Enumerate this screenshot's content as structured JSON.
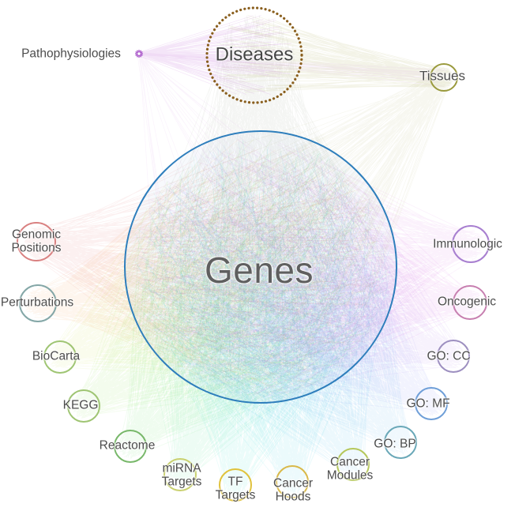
{
  "genes": {
    "label": "Genes",
    "stroke": "#2e7ebc"
  },
  "nodes": [
    {
      "id": "pathophysiologies",
      "label": "Pathophysiologies",
      "stroke": "#a855c8",
      "edge": "#cf8add"
    },
    {
      "id": "diseases",
      "label": "Diseases",
      "stroke": "#8a5f1e",
      "edge": "#6a705c"
    },
    {
      "id": "tissues",
      "label": "Tissues",
      "stroke": "#9a9a3d",
      "edge": "#9a9a3d"
    },
    {
      "id": "genomic-positions",
      "label": "Genomic Positions",
      "stroke": "#d98080",
      "edge": "#e05c5c"
    },
    {
      "id": "perturbations",
      "label": "Perturbations",
      "stroke": "#84a7a7",
      "edge": "#ef8c3a"
    },
    {
      "id": "biocarta",
      "label": "BioCarta",
      "stroke": "#9fc573",
      "edge": "#c3d93c"
    },
    {
      "id": "kegg",
      "label": "KEGG",
      "stroke": "#9fc573",
      "edge": "#7fd93c"
    },
    {
      "id": "reactome",
      "label": "Reactome",
      "stroke": "#78b86a",
      "edge": "#49d949"
    },
    {
      "id": "mirna-targets",
      "label": "miRNA Targets",
      "stroke": "#c9d06e",
      "edge": "#35dd8a"
    },
    {
      "id": "tf-targets",
      "label": "TF Targets",
      "stroke": "#e0c23c",
      "edge": "#23ddc3"
    },
    {
      "id": "cancer-hoods",
      "label": "Cancer Hoods",
      "stroke": "#d9b94a",
      "edge": "#23c9e0"
    },
    {
      "id": "cancer-modules",
      "label": "Cancer Modules",
      "stroke": "#b5c75a",
      "edge": "#2fb4e8"
    },
    {
      "id": "go-bp",
      "label": "GO: BP",
      "stroke": "#6aa8b8",
      "edge": "#3fa3ea"
    },
    {
      "id": "go-mf",
      "label": "GO: MF",
      "stroke": "#6f9fd8",
      "edge": "#6f7ff2"
    },
    {
      "id": "go-cc",
      "label": "GO: CC",
      "stroke": "#9d8fc0",
      "edge": "#a86ae8"
    },
    {
      "id": "oncogenic",
      "label": "Oncogenic",
      "stroke": "#c77fb0",
      "edge": "#d84ae0"
    },
    {
      "id": "immunologic",
      "label": "Immunologic",
      "stroke": "#a87fd0",
      "edge": "#cf5fe0"
    }
  ]
}
